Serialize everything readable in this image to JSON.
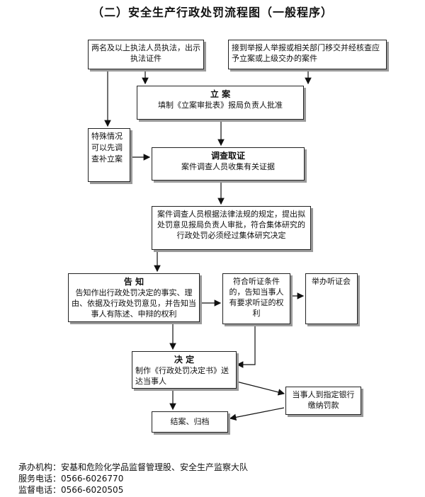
{
  "title": "（二）安全生产行政处罚流程图（一般程序）",
  "boxes": {
    "two_officers": "两名及以上执法人员执法，出示执法证件",
    "report": "接到举报人举报或相关部门移交并经核查应予立案或上级交办的案件",
    "filing_title": "立 案",
    "filing_body": "填制《立案审批表》报局负责人批准",
    "special": "特殊情况可以先调查补立案",
    "investigate_title": "调查取证",
    "investigate_body": "案件调查人员收集有关证据",
    "propose": "案件调查人员根据法律法规的规定，提出拟处罚意见报局负责人审批，符合集体研究的行政处罚必须经过集体研究决定",
    "notify_title": "告 知",
    "notify_body": "告知作出行政处罚决定的事实、理由、依据及行政处罚意见，并告知当事人有陈述、申辩的权利",
    "hearing_cond": "符合听证条件的，告知当事人有要求听证的权利",
    "hearing": "举办听证会",
    "decision_title": "决 定",
    "decision_body": "制作《行政处罚决定书》送达当事人",
    "pay": "当事人到指定银行缴纳罚款",
    "close": "结案、归档"
  },
  "footer": {
    "org_label": "承办机构：",
    "org_value": "安基和危险化学品监督管理股、安全生产监察大队",
    "service_label": "服务电话：",
    "service_value": "0566-6026770",
    "supervise_label": "监督电话：",
    "supervise_value": "0566-6020505"
  }
}
